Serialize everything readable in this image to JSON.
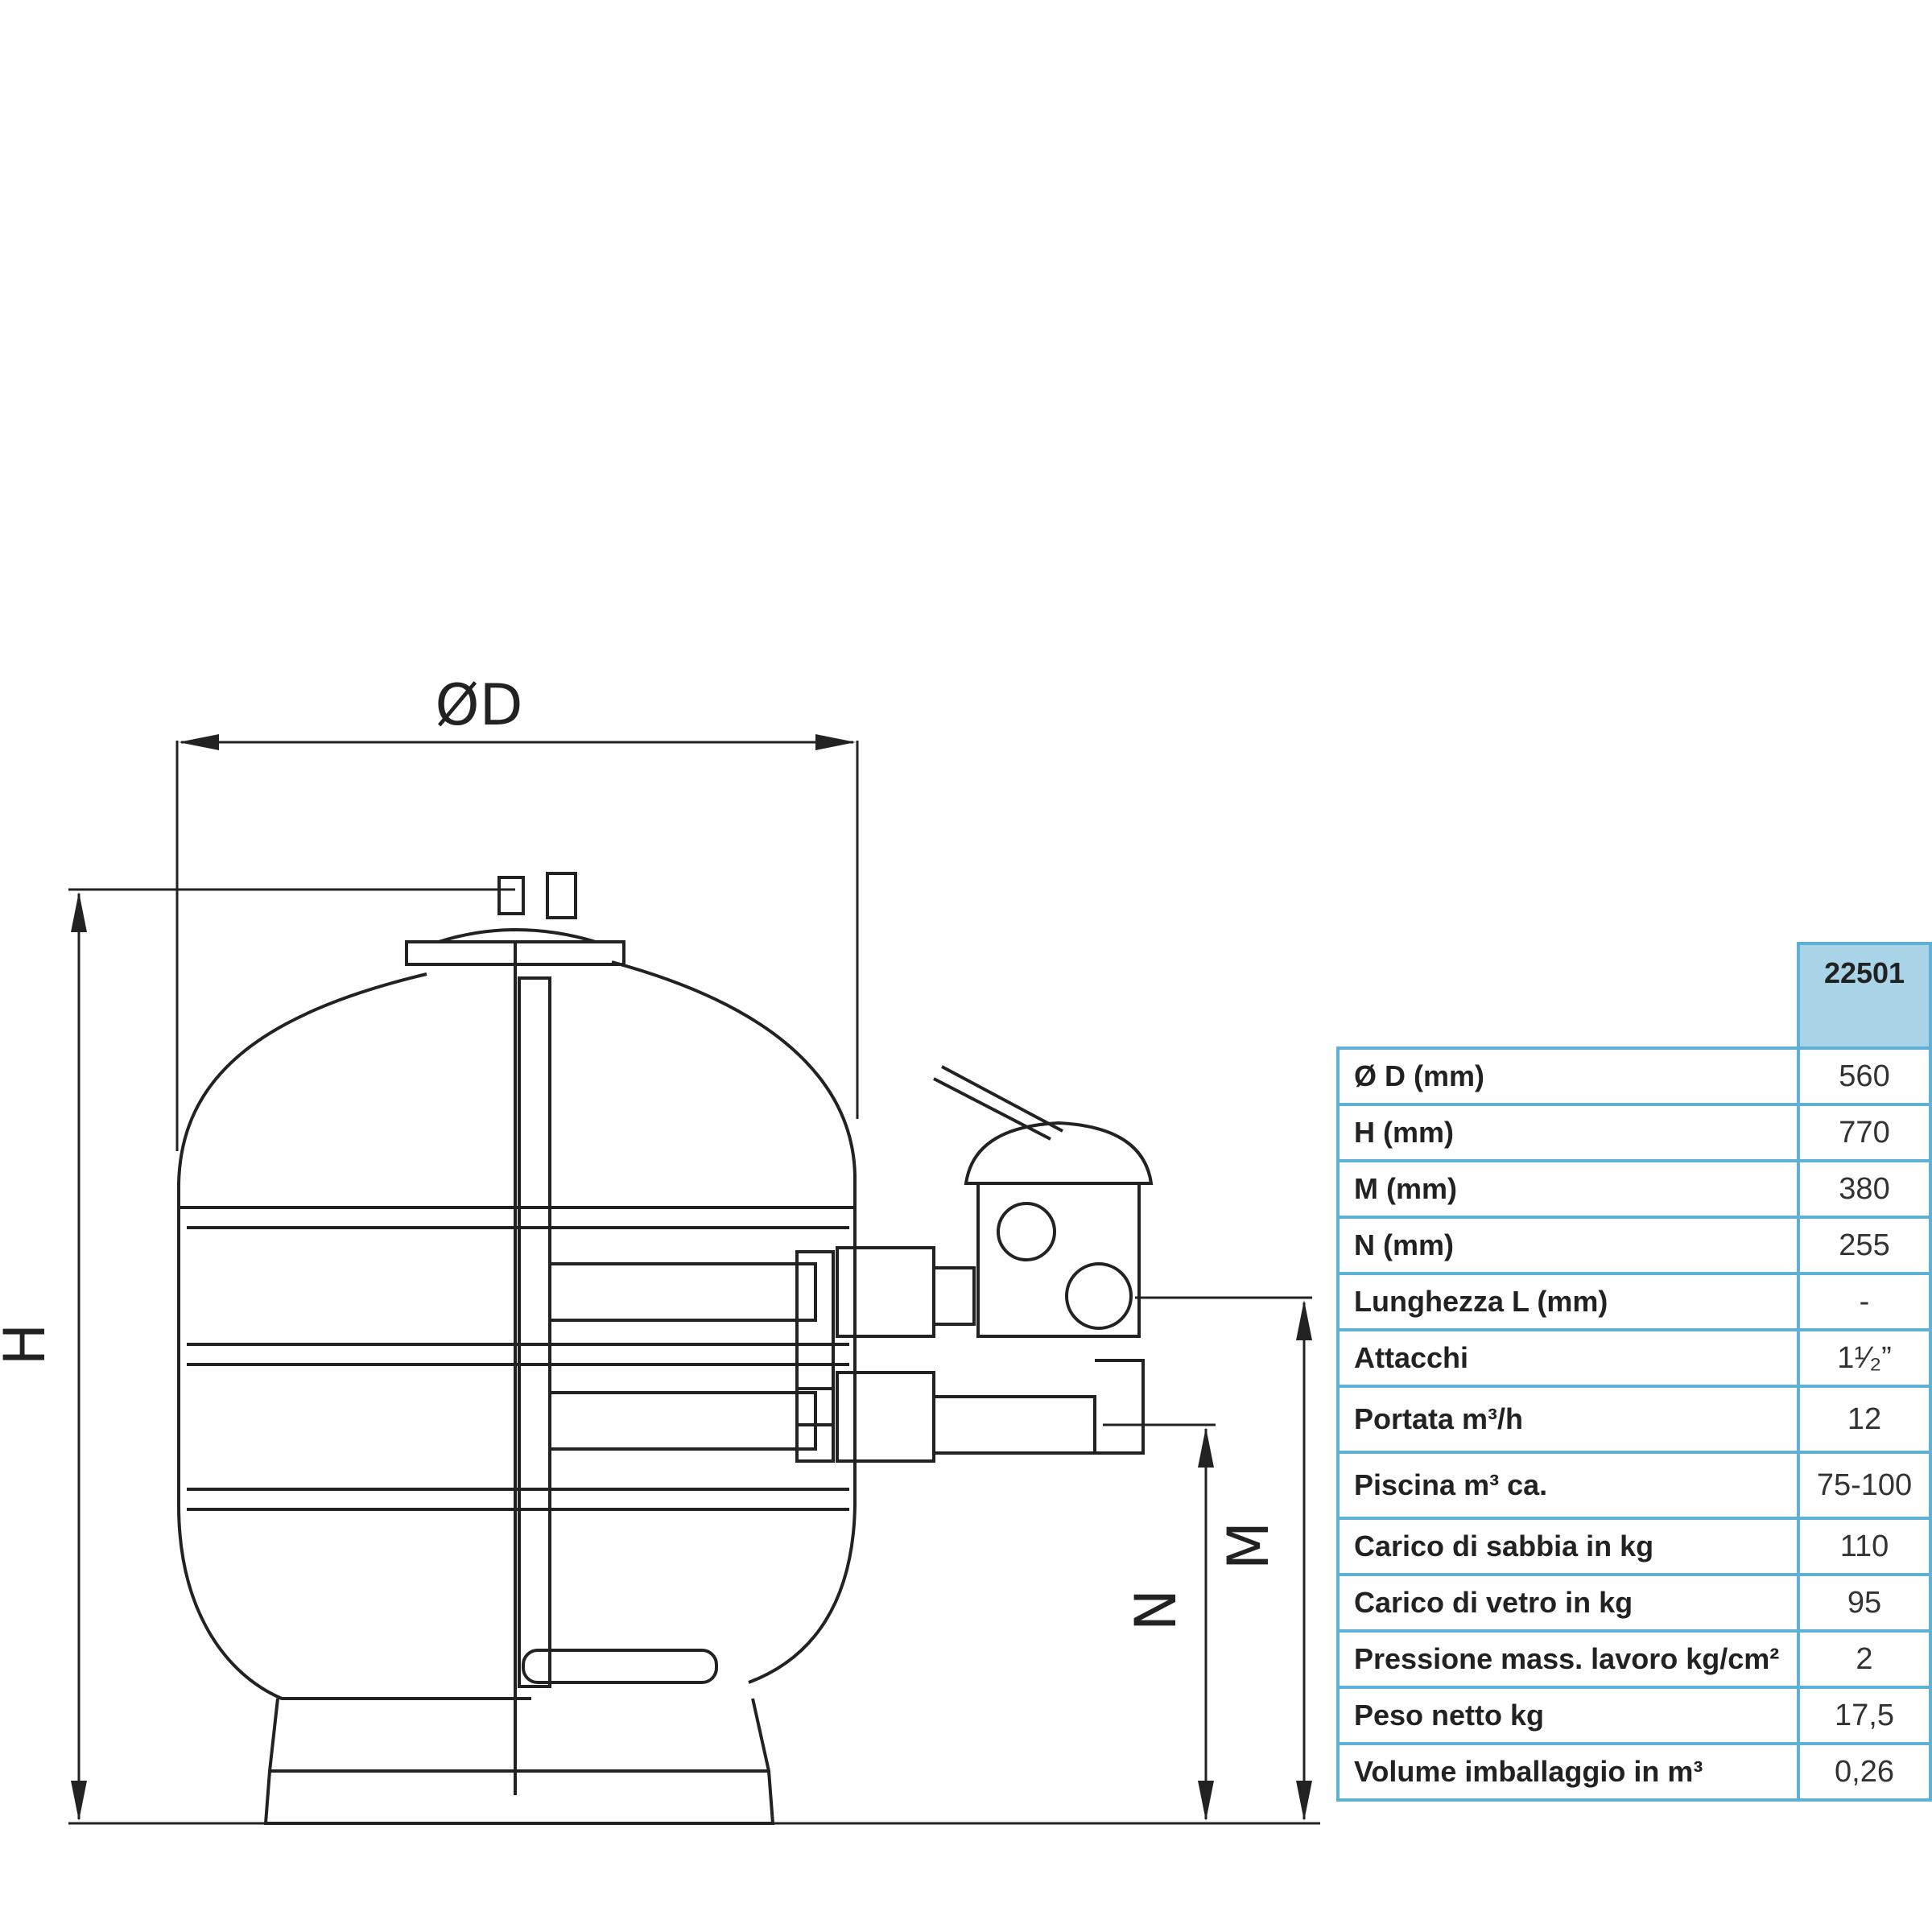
{
  "diagram": {
    "dim_diameter": "ØD",
    "dim_h": "H",
    "dim_m": "M",
    "dim_n": "N"
  },
  "table": {
    "model": "22501",
    "rows": [
      {
        "label": "Ø D (mm)",
        "value": "560"
      },
      {
        "label": "H (mm)",
        "value": "770"
      },
      {
        "label": "M (mm)",
        "value": "380"
      },
      {
        "label": "N (mm)",
        "value": "255"
      },
      {
        "label": "Lunghezza L (mm)",
        "value": "-"
      },
      {
        "label": "Attacchi",
        "value": "1¹⁄₂”"
      },
      {
        "label": "Portata m³/h",
        "value": "12"
      },
      {
        "label": "Piscina m³ ca.",
        "value": "75-100"
      },
      {
        "label": "Carico di sabbia in kg",
        "value": "110"
      },
      {
        "label": "Carico di vetro in kg",
        "value": "95"
      },
      {
        "label": "Pressione mass. lavoro kg/cm²",
        "value": "2"
      },
      {
        "label": "Peso netto kg",
        "value": "17,5"
      },
      {
        "label": "Volume imballaggio in m³",
        "value": "0,26"
      }
    ]
  }
}
